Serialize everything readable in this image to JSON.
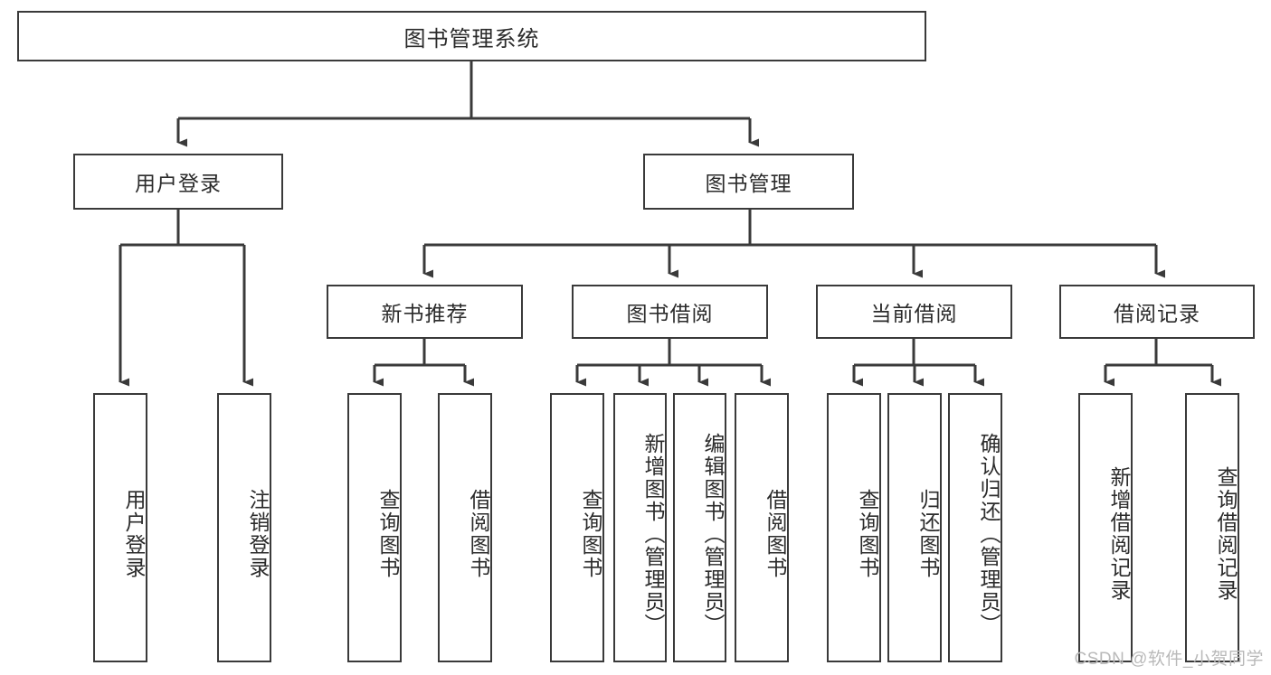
{
  "diagram": {
    "type": "tree-hierarchy",
    "title": "图书管理系统",
    "root": {
      "id": "root",
      "label": "图书管理系统",
      "orientation": "horizontal"
    },
    "level2": [
      {
        "id": "user-login",
        "label": "用户登录",
        "orientation": "horizontal"
      },
      {
        "id": "book-manage",
        "label": "图书管理",
        "orientation": "horizontal"
      }
    ],
    "level3": [
      {
        "id": "new-book-rec",
        "label": "新书推荐",
        "orientation": "horizontal",
        "parent": "book-manage"
      },
      {
        "id": "book-borrow",
        "label": "图书借阅",
        "orientation": "horizontal",
        "parent": "book-manage"
      },
      {
        "id": "current-borrow",
        "label": "当前借阅",
        "orientation": "horizontal",
        "parent": "book-manage"
      },
      {
        "id": "borrow-record",
        "label": "借阅记录",
        "orientation": "horizontal",
        "parent": "book-manage"
      }
    ],
    "leaves": {
      "user_login": [
        {
          "id": "leaf-user-login",
          "label": "用户登录",
          "orientation": "vertical"
        },
        {
          "id": "leaf-user-logout",
          "label": "注销登录",
          "orientation": "vertical"
        }
      ],
      "new_book_rec": [
        {
          "id": "leaf-query-book-1",
          "label": "查询图书",
          "orientation": "vertical"
        },
        {
          "id": "leaf-borrow-book-1",
          "label": "借阅图书",
          "orientation": "vertical"
        }
      ],
      "book_borrow": [
        {
          "id": "leaf-query-book-2",
          "label": "查询图书",
          "orientation": "vertical"
        },
        {
          "id": "leaf-add-book",
          "label": "新增图书（管理员）",
          "orientation": "vertical"
        },
        {
          "id": "leaf-edit-book",
          "label": "编辑图书（管理员）",
          "orientation": "vertical"
        },
        {
          "id": "leaf-borrow-book-2",
          "label": "借阅图书",
          "orientation": "vertical"
        }
      ],
      "current_borrow": [
        {
          "id": "leaf-query-book-3",
          "label": "查询图书",
          "orientation": "vertical"
        },
        {
          "id": "leaf-return-book",
          "label": "归还图书",
          "orientation": "vertical"
        },
        {
          "id": "leaf-confirm-return",
          "label": "确认归还（管理员）",
          "orientation": "vertical"
        }
      ],
      "borrow_record": [
        {
          "id": "leaf-add-record",
          "label": "新增借阅记录",
          "orientation": "vertical"
        },
        {
          "id": "leaf-query-record",
          "label": "查询借阅记录",
          "orientation": "vertical"
        }
      ]
    },
    "watermark": "CSDN @软件_小贺同学",
    "colors": {
      "stroke": "#3a3a3a",
      "fill": "#ffffff",
      "text": "#2b2b2b",
      "watermark": "#b9b9b9"
    }
  }
}
